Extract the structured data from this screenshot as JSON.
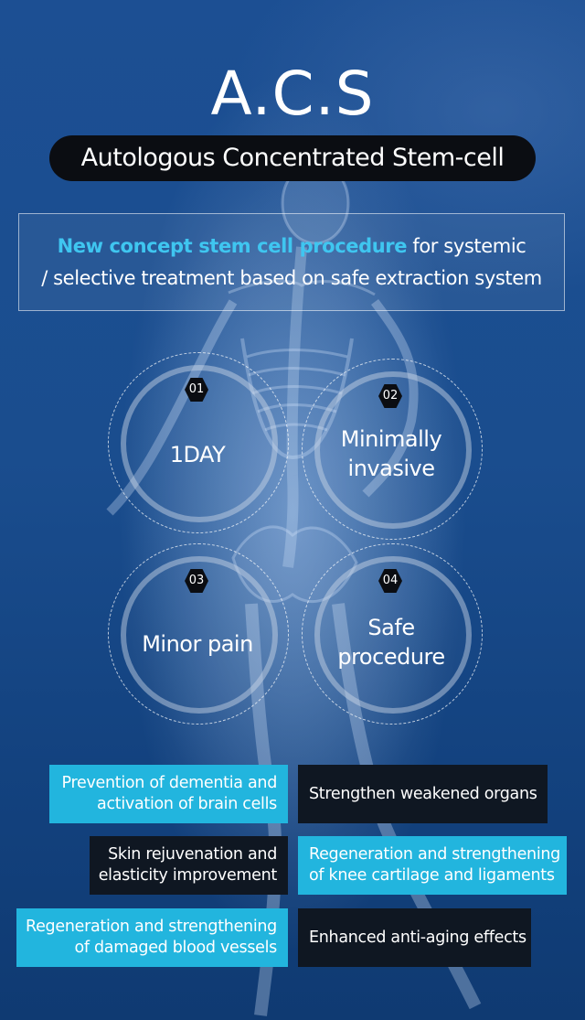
{
  "header": {
    "title": "A.C.S",
    "subtitle": "Autologous Concentrated Stem-cell"
  },
  "concept": {
    "highlight": "New concept stem cell procedure",
    "line1_rest": " for systemic",
    "line2": "/ selective treatment based on safe extraction system"
  },
  "features": [
    {
      "number": "01",
      "line1": "1DAY",
      "line2": ""
    },
    {
      "number": "02",
      "line1": "Minimally",
      "line2": "invasive"
    },
    {
      "number": "03",
      "line1": "Minor pain",
      "line2": ""
    },
    {
      "number": "04",
      "line1": "Safe",
      "line2": "procedure"
    }
  ],
  "benefits": [
    {
      "line1": "Prevention of dementia and",
      "line2": "activation of brain cells",
      "style": "cyan"
    },
    {
      "line1": "Strengthen weakened organs",
      "line2": "",
      "style": "dark"
    },
    {
      "line1": "Skin rejuvenation and",
      "line2": "elasticity improvement",
      "style": "dark"
    },
    {
      "line1": "Regeneration and strengthening",
      "line2": "of knee cartilage and ligaments",
      "style": "cyan"
    },
    {
      "line1": "Regeneration and strengthening",
      "line2": "of damaged blood vessels",
      "style": "cyan"
    },
    {
      "line1": "Enhanced anti-aging effects",
      "line2": "",
      "style": "dark"
    }
  ],
  "colors": {
    "accent": "#3fc6f0",
    "cyan_box": "#22b5de",
    "dark_box": "#0f1722",
    "background": "#1a4d8e"
  }
}
